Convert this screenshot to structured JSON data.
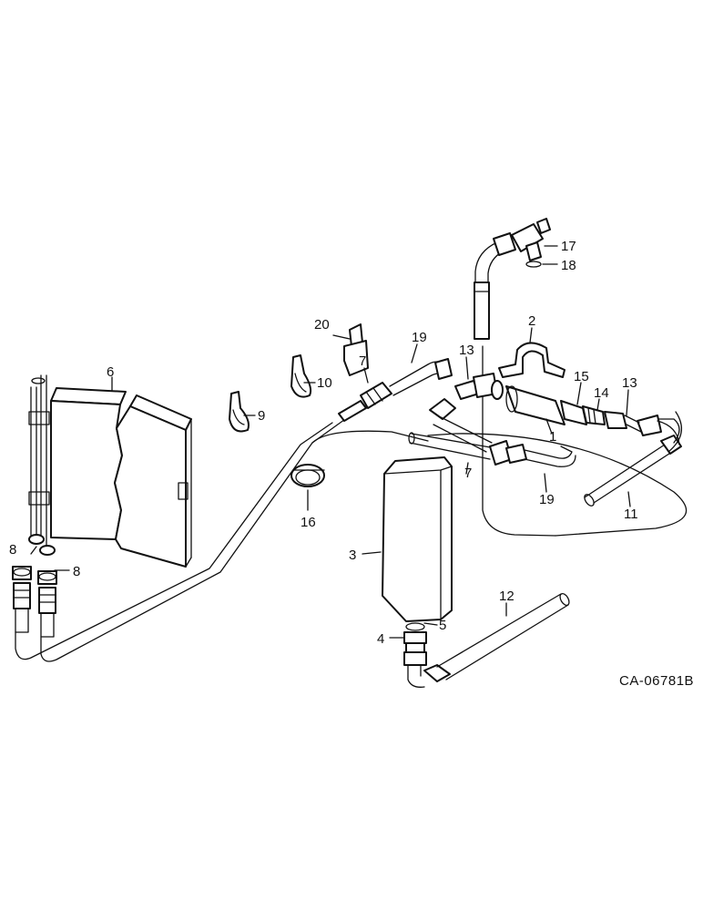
{
  "diagram": {
    "drawing_code": "CA-06781B",
    "callouts": {
      "c1": "1",
      "c2": "2",
      "c3": "3",
      "c4": "4",
      "c5": "5",
      "c6": "6",
      "c7a": "7",
      "c7b": "7",
      "c8a": "8",
      "c8b": "8",
      "c9": "9",
      "c10": "10",
      "c11": "11",
      "c12": "12",
      "c13a": "13",
      "c13b": "13",
      "c14": "14",
      "c15": "15",
      "c16": "16",
      "c17": "17",
      "c18": "18",
      "c19a": "19",
      "c19b": "19",
      "c20": "20"
    }
  }
}
